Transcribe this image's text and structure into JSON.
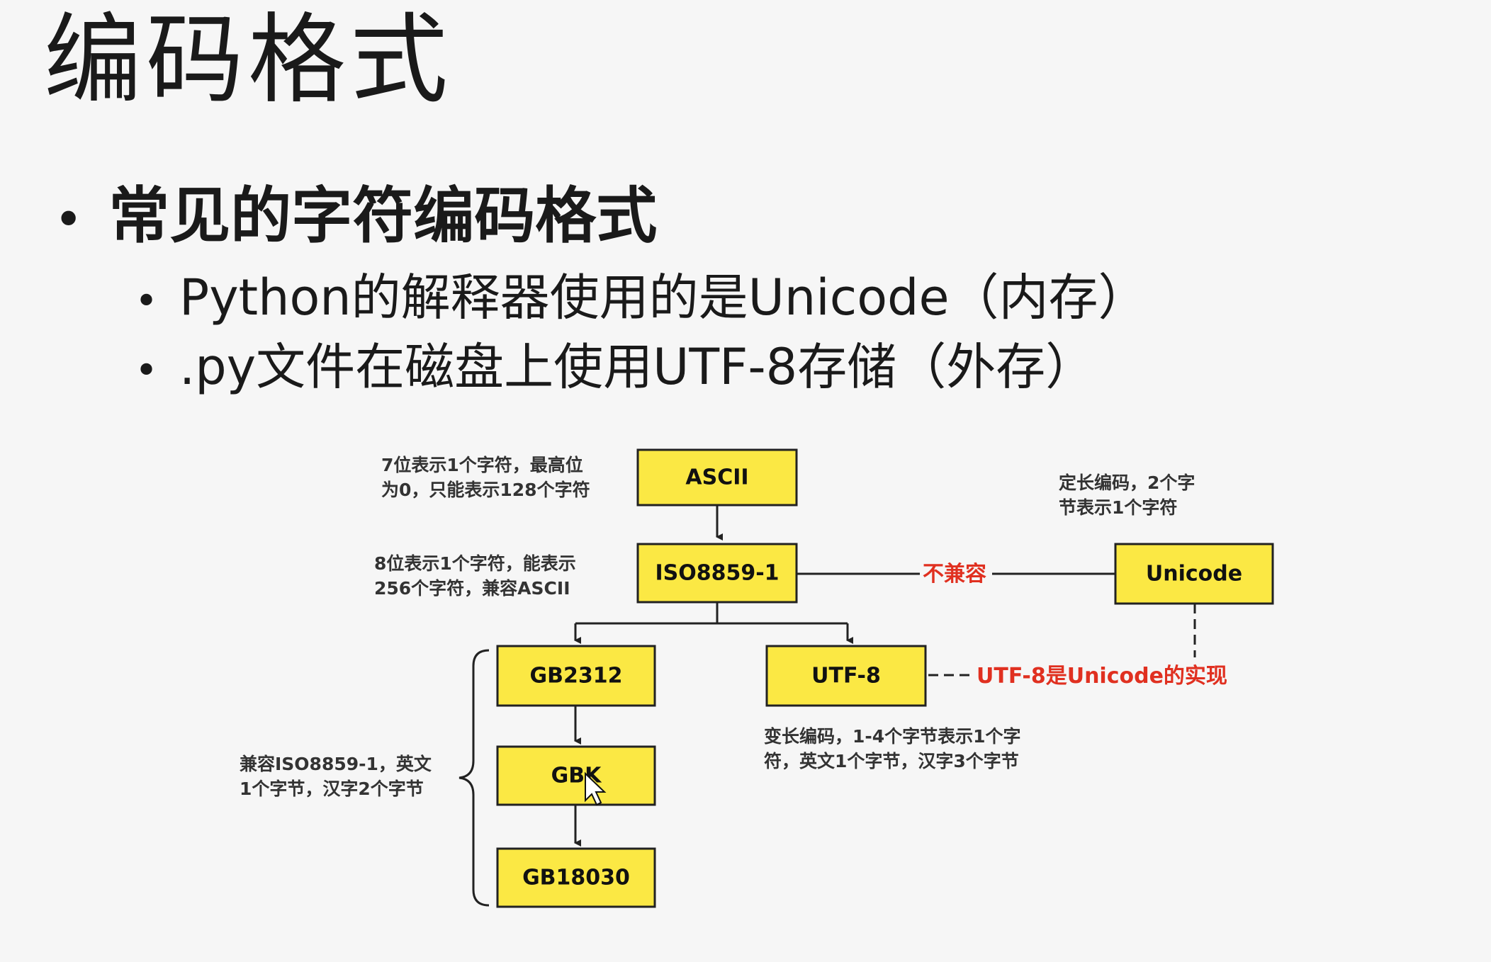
{
  "title": "编码格式",
  "bullets": {
    "main": "常见的字符编码格式",
    "sub": [
      "Python的解释器使用的是Unicode（内存）",
      ".py文件在磁盘上使用UTF-8存储（外存）"
    ],
    "dot": "•"
  },
  "diagram": {
    "nodes": {
      "ascii": "ASCII",
      "iso": "ISO8859-1",
      "unicode": "Unicode",
      "gb2312": "GB2312",
      "utf8": "UTF-8",
      "gbk": "GBK",
      "gb18030": "GB18030"
    },
    "notes": {
      "ascii": [
        "7位表示1个字符，最高位",
        "为0，只能表示128个字符"
      ],
      "iso": [
        "8位表示1个字符，能表示",
        "256个字符，兼容ASCII"
      ],
      "unicode": [
        "定长编码，2个字",
        "节表示1个字符"
      ],
      "utf8": [
        "变长编码，1-4个字节表示1个字",
        "符，英文1个字节，汉字3个字节"
      ],
      "gb": [
        "兼容ISO8859-1，英文",
        "1个字节，汉字2个字节"
      ]
    },
    "labels": {
      "incompatible": "不兼容",
      "utf8_impl": "UTF-8是Unicode的实现"
    },
    "colors": {
      "box_fill": "#fbe844",
      "label_red": "#e03020"
    }
  }
}
